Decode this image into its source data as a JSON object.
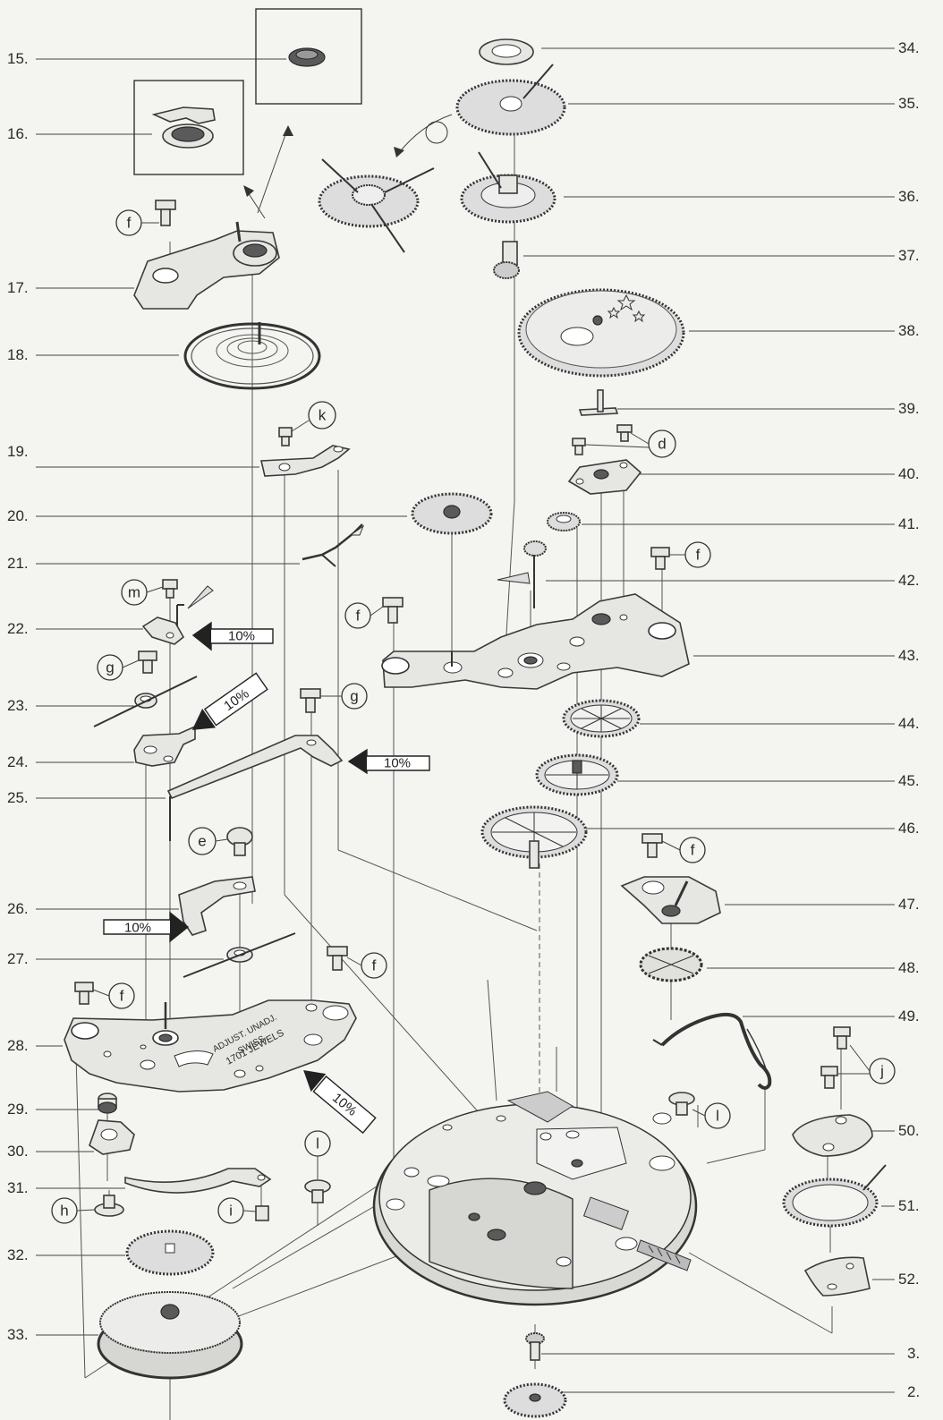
{
  "diagram": {
    "left_labels": [
      "15.",
      "16.",
      "17.",
      "18.",
      "19.",
      "20.",
      "21.",
      "22.",
      "23.",
      "24.",
      "25.",
      "26.",
      "27.",
      "28.",
      "29.",
      "30.",
      "31.",
      "32.",
      "33."
    ],
    "right_labels": [
      "34.",
      "35.",
      "36.",
      "37.",
      "38.",
      "39.",
      "40.",
      "41.",
      "42.",
      "43.",
      "44.",
      "45.",
      "46.",
      "47.",
      "48.",
      "49.",
      "50.",
      "51.",
      "52.",
      "3.",
      "2."
    ],
    "callouts": {
      "f": "f",
      "k": "k",
      "d": "d",
      "m": "m",
      "g": "g",
      "e": "e",
      "h": "h",
      "i": "i",
      "l": "l",
      "j": "j"
    },
    "percent_tags": {
      "p22": "10%",
      "p23": "10%",
      "p24": "10%",
      "p26": "10%",
      "p28": "10%"
    },
    "engravings": {
      "jewels": "1701 JEWELS",
      "swiss": "SWISS",
      "brand": "ADJUST. UNADJ."
    }
  }
}
